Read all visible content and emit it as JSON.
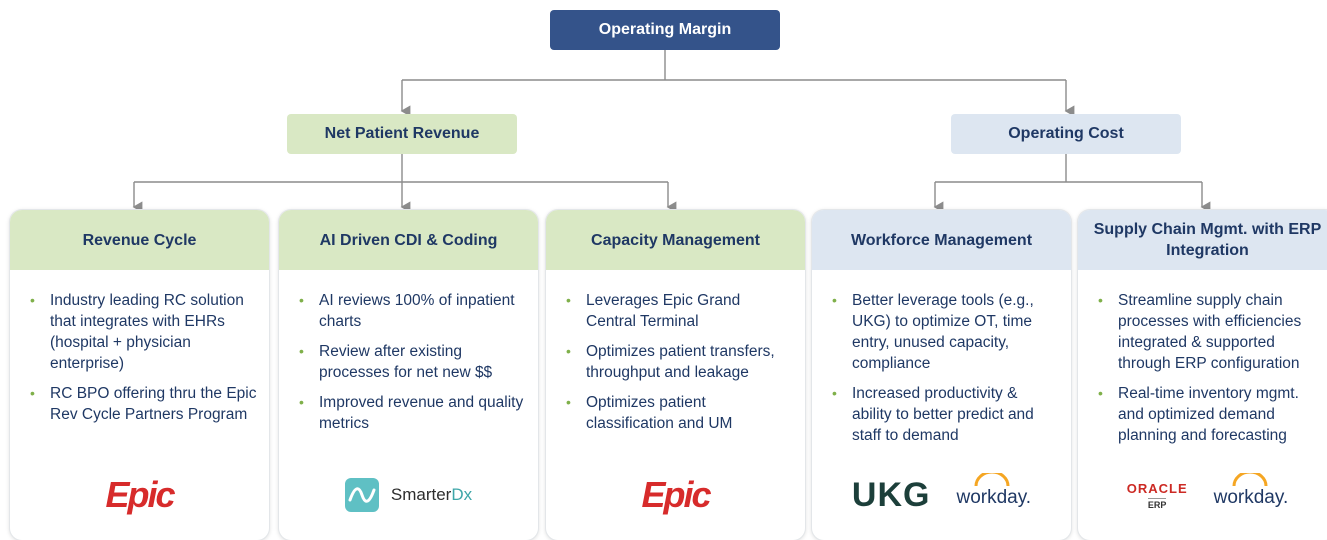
{
  "root": {
    "label": "Operating Margin"
  },
  "branches": {
    "revenue": {
      "label": "Net Patient Revenue"
    },
    "cost": {
      "label": "Operating Cost"
    }
  },
  "cards": [
    {
      "title": "Revenue Cycle",
      "bullets": [
        "Industry leading RC solution that integrates with EHRs (hospital + physician enterprise)",
        "RC BPO offering thru the Epic Rev Cycle Partners Program"
      ],
      "logos": [
        "Epic"
      ]
    },
    {
      "title": "AI Driven CDI & Coding",
      "bullets": [
        "AI reviews 100% of inpatient charts",
        "Review after existing processes for net new $$",
        "Improved revenue and quality metrics"
      ],
      "logos": [
        "SmarterDx"
      ]
    },
    {
      "title": "Capacity Management",
      "bullets": [
        "Leverages Epic Grand Central Terminal",
        "Optimizes patient transfers, throughput and leakage",
        "Optimizes patient classification and UM"
      ],
      "logos": [
        "Epic"
      ]
    },
    {
      "title": "Workforce Management",
      "bullets": [
        "Better leverage tools (e.g., UKG) to optimize OT, time entry, unused capacity, compliance",
        "Increased productivity & ability to better predict and staff to demand"
      ],
      "logos": [
        "UKG",
        "workday."
      ]
    },
    {
      "title": "Supply Chain Mgmt. with  ERP Integration",
      "bullets": [
        "Streamline supply chain processes with efficiencies integrated & supported through ERP configuration",
        "Real-time inventory mgmt. and optimized demand planning and forecasting"
      ],
      "logos": [
        "ORACLE",
        "ERP",
        "workday."
      ]
    }
  ],
  "colors": {
    "root_fill": "#34538a",
    "revenue_fill": "#d9e8c4",
    "cost_fill": "#dde6f1",
    "text": "#1f3864",
    "bullet": "#7fb04a",
    "connector": "#8c8c8c"
  }
}
